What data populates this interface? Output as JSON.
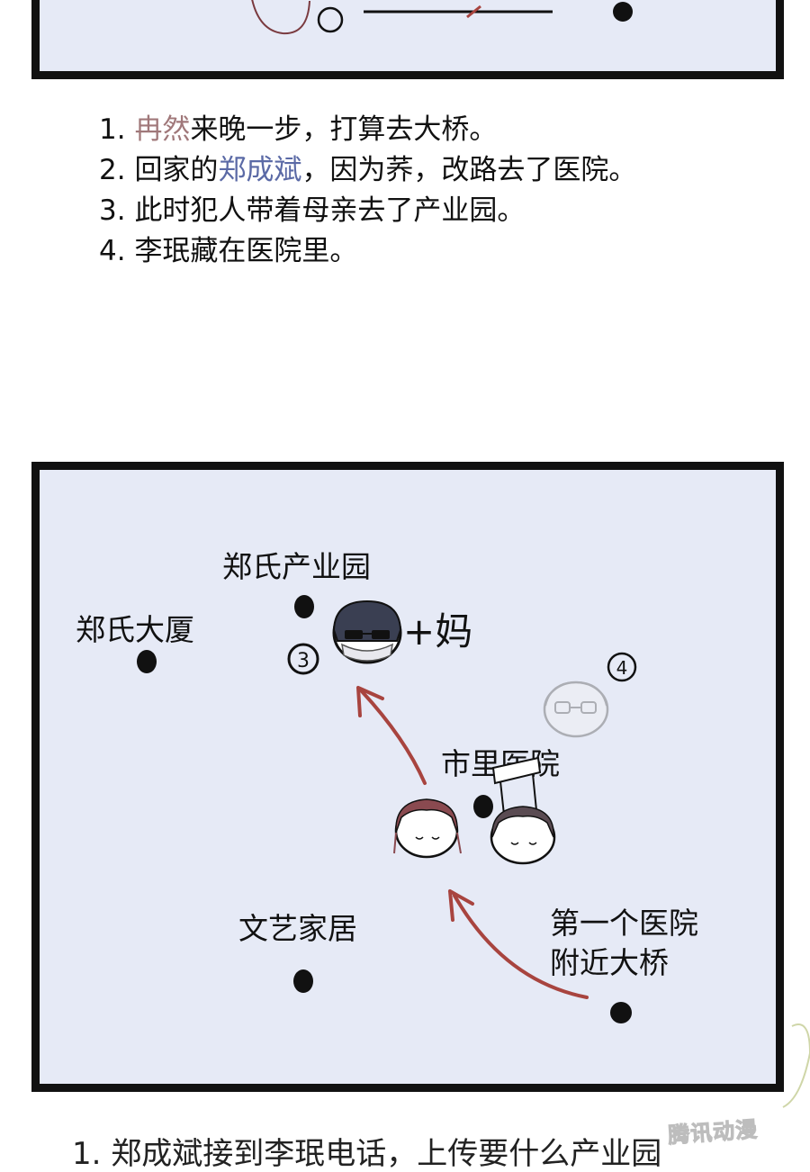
{
  "notes": [
    {
      "num": "1.",
      "highlight": "冉然",
      "highlight_color": "pink",
      "rest": "来晚一步，打算去大桥。"
    },
    {
      "num": "2.",
      "prefix": "回家的",
      "highlight": "郑成斌",
      "highlight_color": "blue",
      "rest": "，因为荞，改路去了医院。"
    },
    {
      "num": "3.",
      "text": "此时犯人带着母亲去了产业园。"
    },
    {
      "num": "4.",
      "text": "李珉藏在医院里。"
    }
  ],
  "map": {
    "labels": {
      "industrial_park": "郑氏产业园",
      "zheng_building": "郑氏大厦",
      "city_hospital": "市里医院",
      "furniture_store": "文艺家居",
      "bridge_line1": "第一个医院",
      "bridge_line2": "附近大桥"
    },
    "circled_numbers": {
      "three": "③",
      "four": "④"
    },
    "handwritten_note": "+妈"
  },
  "bottom_partial_text": "1. 郑成斌接到李珉电话，上传要什么产业园",
  "watermark": "腾讯动漫",
  "colors": {
    "panel_bg": "#e6eaf6",
    "border": "#111111",
    "arrow_red": "#a8443f",
    "highlight_pink": "#a0787a",
    "highlight_blue": "#5b6aa6"
  }
}
